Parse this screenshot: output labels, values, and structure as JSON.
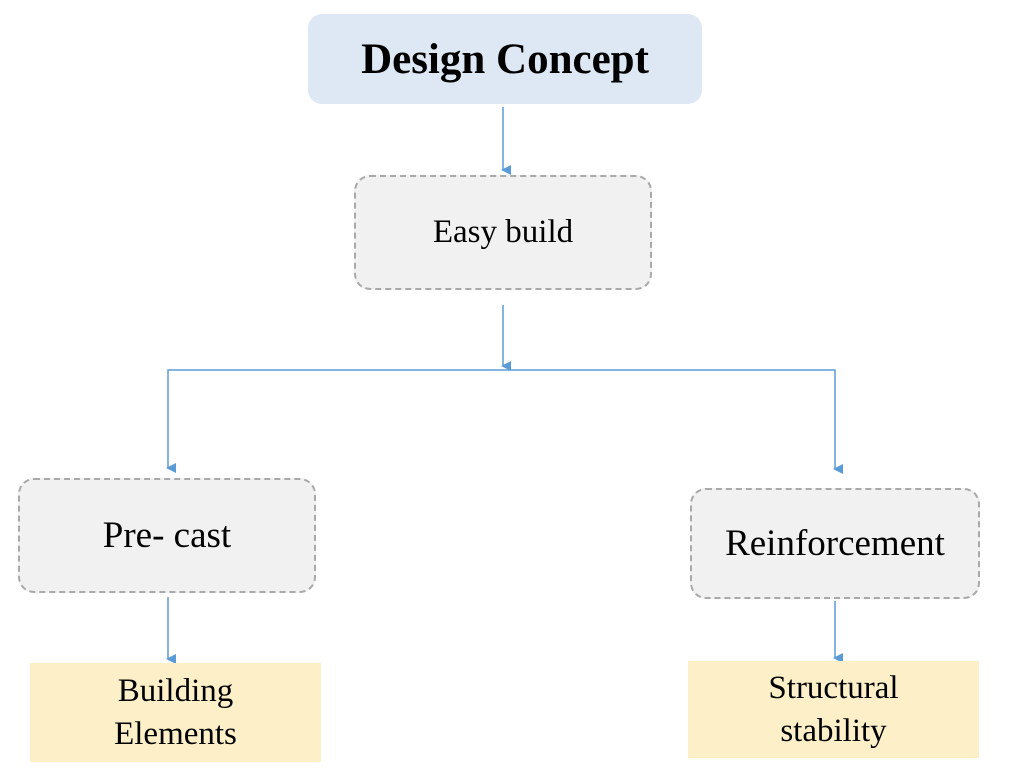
{
  "diagram": {
    "root": {
      "label": "Design Concept"
    },
    "level1": {
      "label": "Easy build"
    },
    "left_branch": {
      "label": "Pre- cast",
      "leaf": {
        "line1": "Building",
        "line2": "Elements"
      }
    },
    "right_branch": {
      "label": "Reinforcement",
      "leaf": {
        "line1": "Structural",
        "line2": "stability"
      }
    },
    "colors": {
      "root_fill": "#dde8f4",
      "node_fill": "#f1f1f1",
      "node_border": "#a9a9a9",
      "leaf_fill": "#fdf0c9",
      "connector": "#5b9bd5"
    }
  }
}
